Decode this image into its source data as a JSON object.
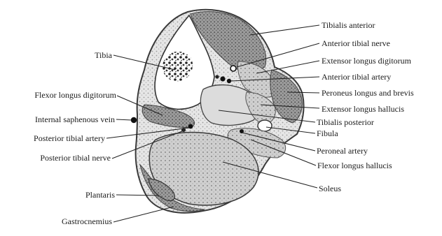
{
  "figure": {
    "labels_right": {
      "tibialis_anterior": "Tibialis anterior",
      "anterior_tibial_nerve": "Anterior tibial nerve",
      "extensor_longus_digitorum": "Extensor longus digitorum",
      "anterior_tibial_artery": "Anterior tibial artery",
      "peroneus_longus_brevis": "Peroneus longus and brevis",
      "extensor_longus_hallucis": "Extensor longus hallucis",
      "tibialis_posterior": "Tibialis posterior",
      "fibula": "Fibula",
      "peroneal_artery": "Peroneal artery",
      "flexor_longus_hallucis": "Flexor longus hallucis",
      "soleus": "Soleus"
    },
    "labels_left": {
      "tibia": "Tibia",
      "flexor_longus_digitorum": "Flexor longus digitorum",
      "internal_saphenous_vein": "Internal saphenous vein",
      "posterior_tibial_artery": "Posterior tibial artery",
      "posterior_tibial_nerve": "Posterior tibial nerve",
      "plantaris": "Plantaris",
      "gastrocnemius": "Gastrocnemius"
    }
  }
}
